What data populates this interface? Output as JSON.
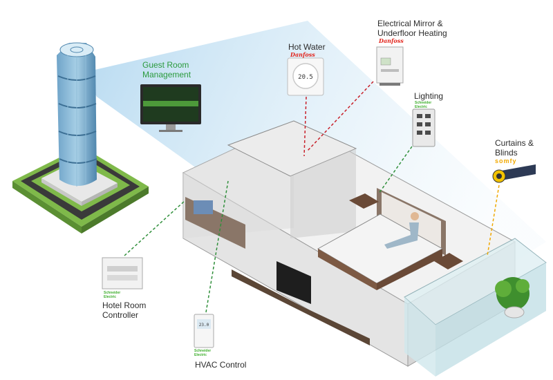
{
  "labels": {
    "guest_room": [
      "Guest Room",
      "Management"
    ],
    "hot_water": [
      "Hot Water"
    ],
    "mirror": [
      "Electrical Mirror &",
      "Underfloor Heating"
    ],
    "lighting": [
      "Lighting"
    ],
    "curtains": [
      "Curtains &",
      "Blinds"
    ],
    "hotel_room_controller": [
      "Hotel Room",
      "Controller"
    ],
    "hvac": [
      "HVAC Control"
    ]
  },
  "brands": {
    "danfoss": "Danfoss",
    "schneider": [
      "Schneider",
      "Electric"
    ],
    "somfy": "somfy"
  },
  "devices": {
    "thermostat_display": "20.5",
    "hvac_display": "23.0"
  },
  "colors": {
    "green_label": "#2a9a3c",
    "danfoss_red": "#e2231a",
    "schneider_green": "#3dae2b",
    "somfy_yellow": "#f2a900",
    "link_green": "#2f8f3a",
    "link_red": "#c8202a",
    "link_orange": "#f0a800",
    "beam_blue": "#c9e3f3"
  }
}
